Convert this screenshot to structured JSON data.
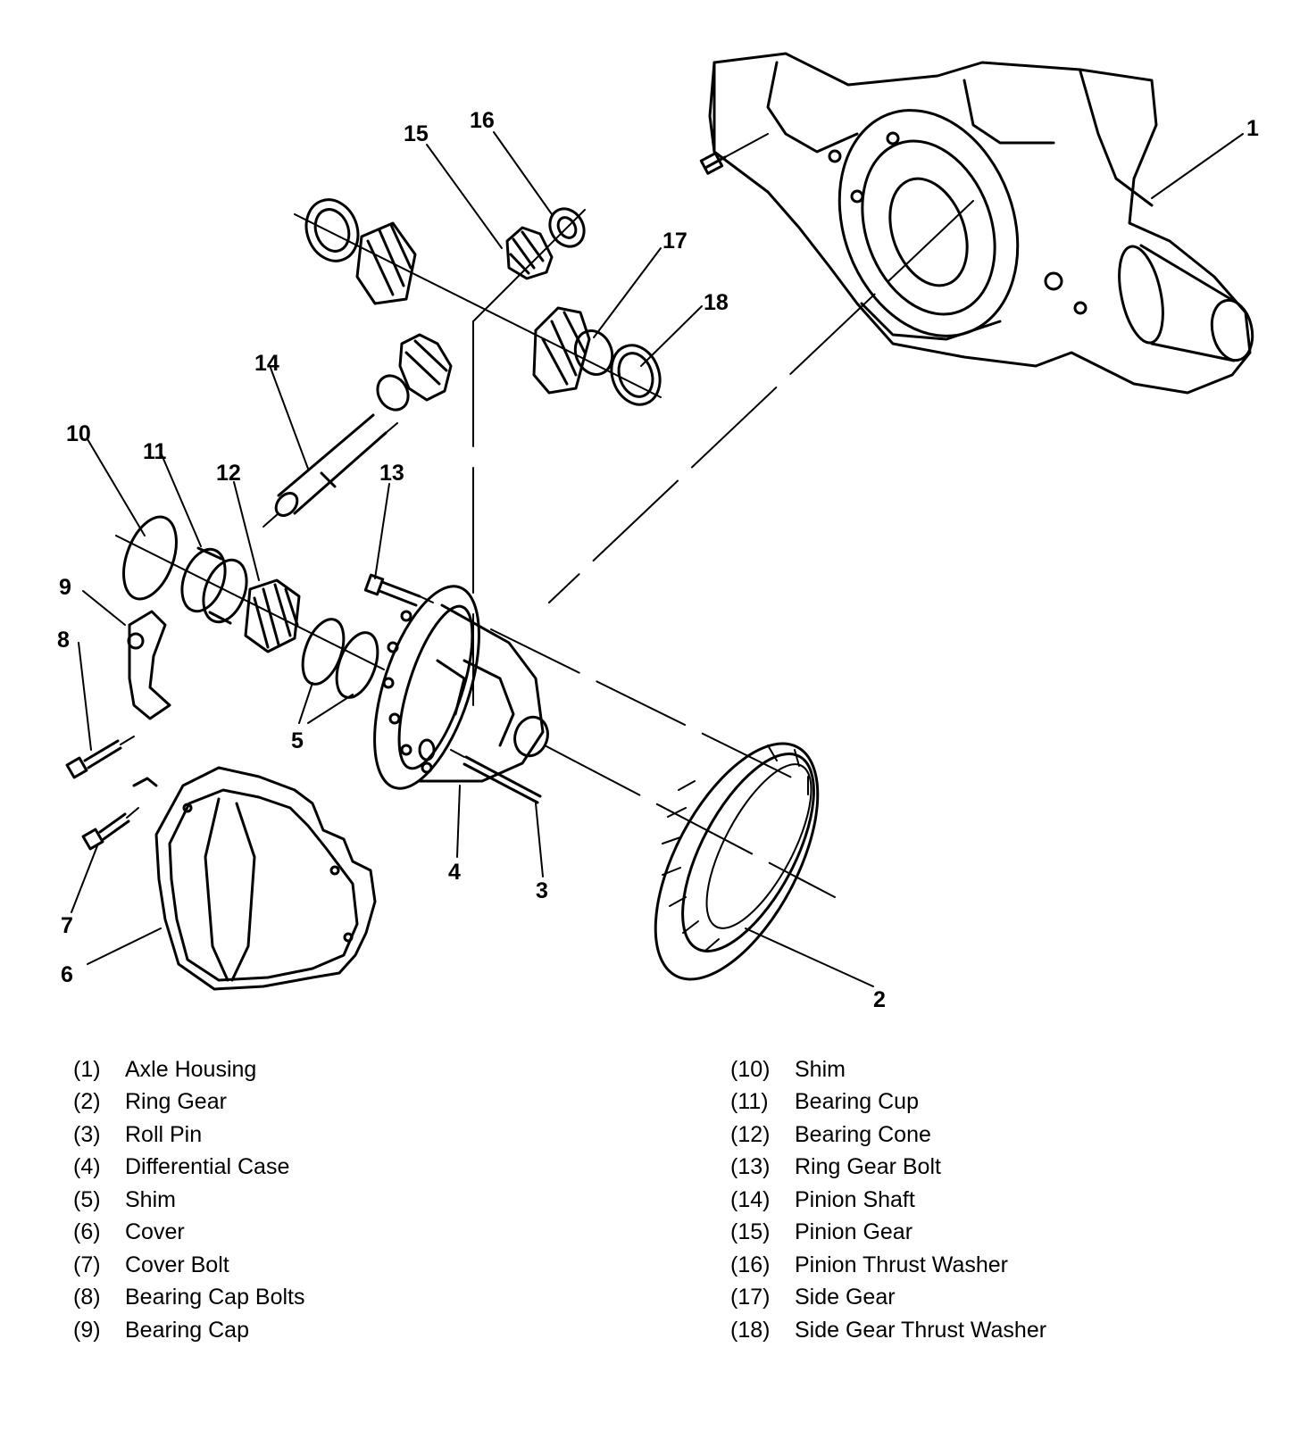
{
  "callouts": [
    "1",
    "2",
    "3",
    "4",
    "5",
    "6",
    "7",
    "8",
    "9",
    "10",
    "11",
    "12",
    "13",
    "14",
    "15",
    "16",
    "17",
    "18"
  ],
  "legend": {
    "left": [
      {
        "num": "(1)",
        "label": "Axle Housing"
      },
      {
        "num": "(2)",
        "label": "Ring Gear"
      },
      {
        "num": "(3)",
        "label": "Roll Pin"
      },
      {
        "num": "(4)",
        "label": "Differential Case"
      },
      {
        "num": "(5)",
        "label": "Shim"
      },
      {
        "num": "(6)",
        "label": "Cover"
      },
      {
        "num": "(7)",
        "label": "Cover Bolt"
      },
      {
        "num": "(8)",
        "label": "Bearing Cap Bolts"
      },
      {
        "num": "(9)",
        "label": "Bearing Cap"
      }
    ],
    "right": [
      {
        "num": "(10)",
        "label": "Shim"
      },
      {
        "num": "(11)",
        "label": "Bearing Cup"
      },
      {
        "num": "(12)",
        "label": "Bearing Cone"
      },
      {
        "num": "(13)",
        "label": "Ring Gear Bolt"
      },
      {
        "num": "(14)",
        "label": "Pinion Shaft"
      },
      {
        "num": "(15)",
        "label": "Pinion Gear"
      },
      {
        "num": "(16)",
        "label": "Pinion Thrust Washer"
      },
      {
        "num": "(17)",
        "label": "Side Gear"
      },
      {
        "num": "(18)",
        "label": "Side Gear Thrust Washer"
      }
    ]
  }
}
